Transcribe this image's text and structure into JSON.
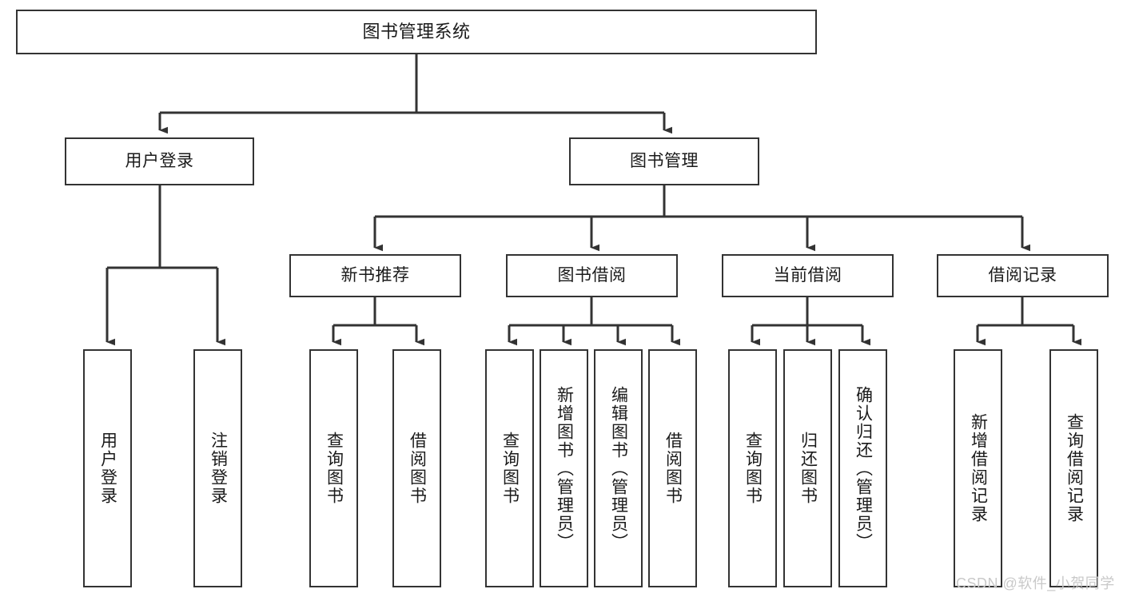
{
  "diagram": {
    "title": "图书管理系统",
    "type": "tree-hierarchy",
    "watermark": "CSDN @软件_小贺同学",
    "colors": {
      "box_border": "#333333",
      "box_fill": "#ffffff",
      "edge": "#333333",
      "text": "#1a1a1a",
      "watermark": "#c9c9c9",
      "background": "#ffffff"
    },
    "nodes": {
      "root": {
        "label": "图书管理系统"
      },
      "level2": [
        {
          "id": "user-login",
          "label": "用户登录"
        },
        {
          "id": "book-manage",
          "label": "图书管理"
        }
      ],
      "level3": [
        {
          "id": "new-book-recommend",
          "label": "新书推荐"
        },
        {
          "id": "book-borrow",
          "label": "图书借阅"
        },
        {
          "id": "current-borrow",
          "label": "当前借阅"
        },
        {
          "id": "borrow-record",
          "label": "借阅记录"
        }
      ],
      "leaves": {
        "user_login": [
          {
            "id": "leaf-user-login",
            "label": "用户登录"
          },
          {
            "id": "leaf-logout-login",
            "label": "注销登录"
          }
        ],
        "new_book_recommend": [
          {
            "id": "leaf-query-book-1",
            "label": "查询图书"
          },
          {
            "id": "leaf-borrow-book-1",
            "label": "借阅图书"
          }
        ],
        "book_borrow": [
          {
            "id": "leaf-query-book-2",
            "label": "查询图书"
          },
          {
            "id": "leaf-add-book",
            "label": "新增图书（管理员）"
          },
          {
            "id": "leaf-edit-book",
            "label": "编辑图书（管理员）"
          },
          {
            "id": "leaf-borrow-book-2",
            "label": "借阅图书"
          }
        ],
        "current_borrow": [
          {
            "id": "leaf-query-book-3",
            "label": "查询图书"
          },
          {
            "id": "leaf-return-book",
            "label": "归还图书"
          },
          {
            "id": "leaf-confirm-return",
            "label": "确认归还（管理员）"
          }
        ],
        "borrow_record": [
          {
            "id": "leaf-add-record",
            "label": "新增借阅记录"
          },
          {
            "id": "leaf-query-record",
            "label": "查询借阅记录"
          }
        ]
      }
    }
  }
}
